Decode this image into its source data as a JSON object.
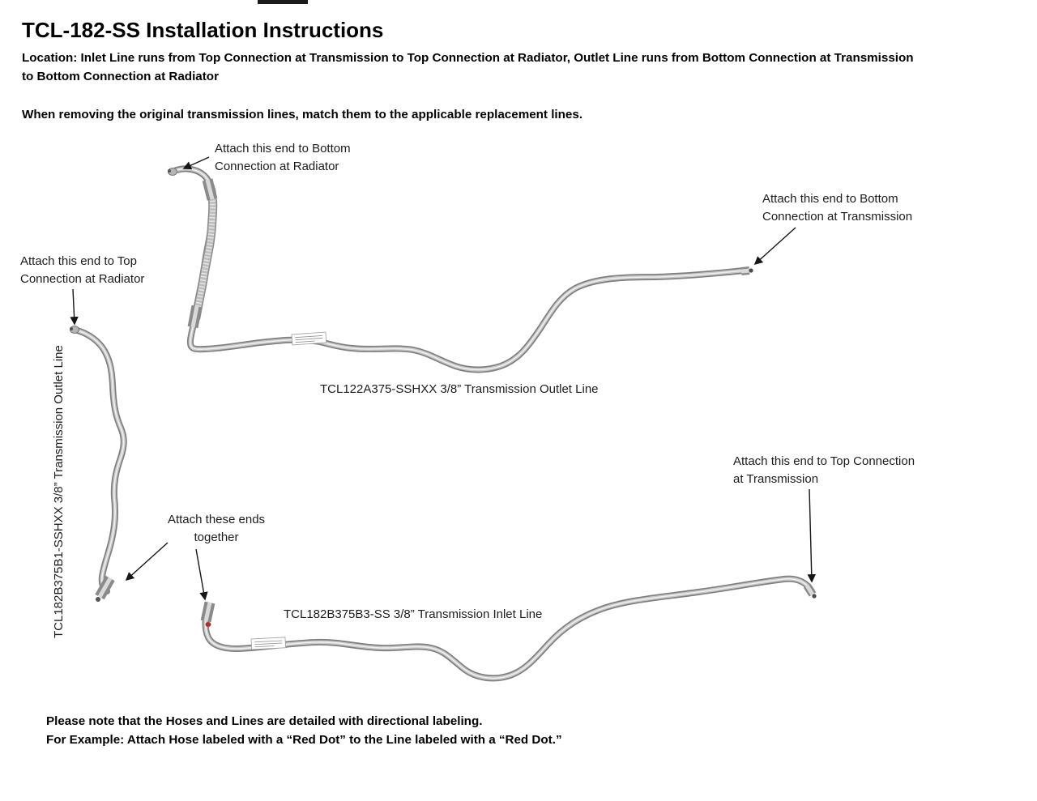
{
  "page": {
    "title": "TCL-182-SS Installation Instructions",
    "location": "Location: Inlet Line runs from Top Connection at Transmission to Top Connection at Radiator, Outlet Line runs from Bottom Connection at Transmission\nto Bottom Connection at Radiator",
    "removal_note": "When removing the original transmission lines, match them to the applicable replacement lines."
  },
  "diagram": {
    "annotations": {
      "bottom_radiator": "Attach this end to Bottom\nConnection at Radiator",
      "bottom_transmission": "Attach this end to Bottom\nConnection at Transmission",
      "top_radiator": "Attach this end to Top\nConnection at Radiator",
      "top_transmission": "Attach this end to Top Connection\nat Transmission",
      "attach_together": "Attach these ends\ntogether"
    },
    "part_labels": {
      "outlet_vertical": "TCL182B375B1-SSHXX 3/8” Transmission Outlet Line",
      "outlet_main": "TCL122A375-SSHXX 3/8” Transmission Outlet Line",
      "inlet_main": "TCL182B375B3-SS 3/8” Transmission Inlet Line"
    },
    "marker_colors": {
      "red_dot": "#a8312e",
      "tube_gray": "#7f7f7f"
    }
  },
  "footer": {
    "note": "Please note that the Hoses and Lines are detailed with directional labeling.\nFor Example: Attach Hose labeled with a “Red Dot” to the Line labeled with a “Red Dot.”"
  }
}
